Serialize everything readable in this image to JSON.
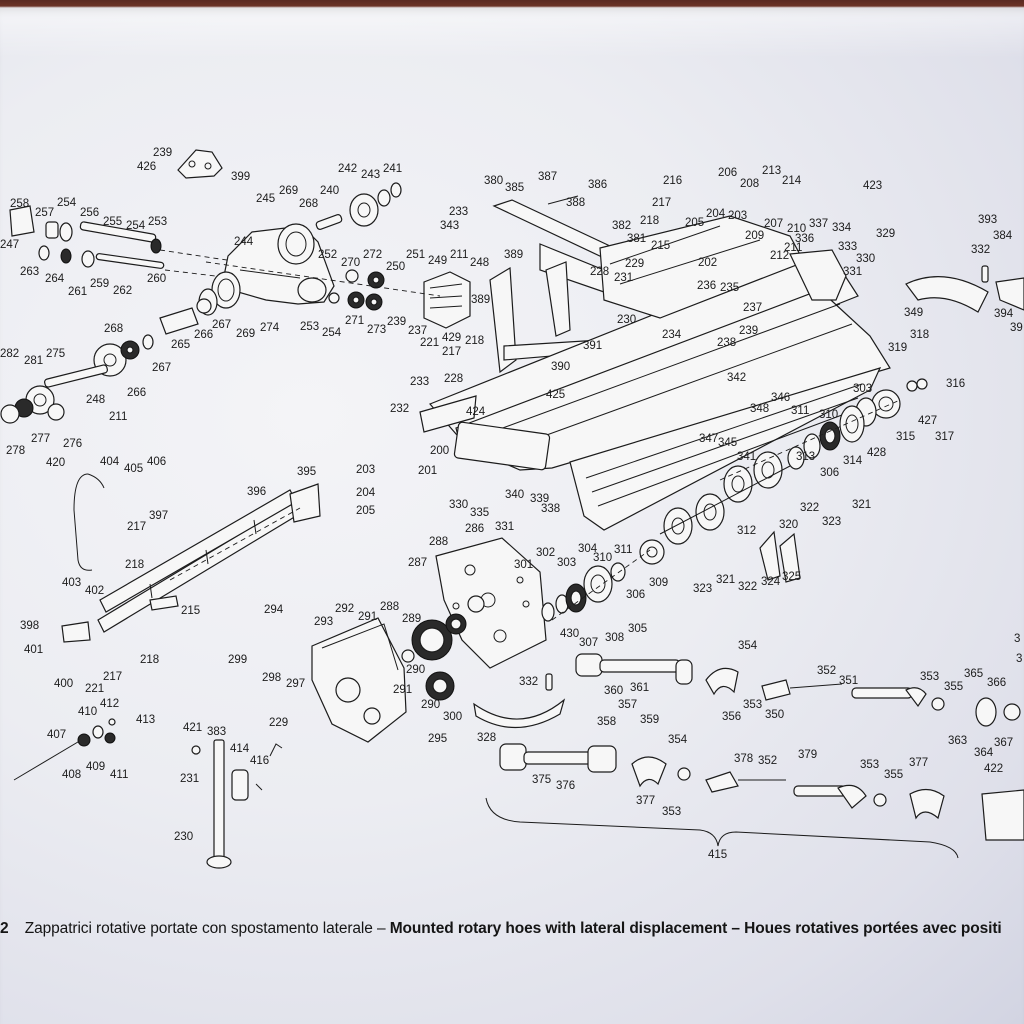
{
  "caption": {
    "page_number": "2",
    "italian": "Zappatrici rotative portate con spostamento laterale –",
    "english": "Mounted rotary hoes with lateral displacement",
    "french": "– Houes rotatives portées avec positi"
  },
  "labels": {
    "l239": "239",
    "l426": "426",
    "l399": "399",
    "l258": "258",
    "l257": "257",
    "l254a": "254",
    "l256": "256",
    "l255": "255",
    "l254b": "254",
    "l253": "253",
    "l247": "247",
    "l263": "263",
    "l264": "264",
    "l261": "261",
    "l259": "259",
    "l262": "262",
    "l260": "260",
    "l245": "245",
    "l269a": "269",
    "l268a": "268",
    "l240": "240",
    "l242": "242",
    "l243": "243",
    "l241": "241",
    "l244": "244",
    "l252": "252",
    "l270": "270",
    "l272": "272",
    "l250": "250",
    "l251": "251",
    "l249": "249",
    "l211a": "211",
    "l248a": "248",
    "l253b": "253",
    "l254c": "254",
    "l271": "271",
    "l273": "273",
    "l239b": "239",
    "l237": "237",
    "l429": "429",
    "l218a": "218",
    "l221a": "221",
    "l217a": "217",
    "l274": "274",
    "l269b": "269",
    "l267a": "267",
    "l266a": "266",
    "l265": "265",
    "l268b": "268",
    "l267b": "267",
    "l266b": "266",
    "l282": "282",
    "l281": "281",
    "l275": "275",
    "l248b": "248",
    "l211b": "211",
    "l277": "277",
    "l276": "276",
    "l278": "278",
    "l420": "420",
    "l380": "380",
    "l385": "385",
    "l387": "387",
    "l386": "386",
    "l388": "388",
    "l233a": "233",
    "l343": "343",
    "l389a": "389",
    "l389b": "389",
    "l228a": "228",
    "l424": "424",
    "l233b": "233",
    "l232": "232",
    "l201": "201",
    "l200": "200",
    "l425": "425",
    "l390": "390",
    "l391": "391",
    "l216": "216",
    "l217b": "217",
    "l218b": "218",
    "l382": "382",
    "l381": "381",
    "l215a": "215",
    "l205a": "205",
    "l204a": "204",
    "l203a": "203",
    "l206": "206",
    "l208": "208",
    "l213": "213",
    "l214": "214",
    "l207": "207",
    "l210": "210",
    "l337": "337",
    "l334": "334",
    "l209": "209",
    "l336": "336",
    "l211c": "211",
    "l212": "212",
    "l333": "333",
    "l329": "329",
    "l330a": "330",
    "l331": "331",
    "l423": "423",
    "l202": "202",
    "l229": "229",
    "l228b": "228",
    "l231": "231",
    "l236": "236",
    "l235": "235",
    "l230": "230",
    "l234": "234",
    "l237b": "237",
    "l239c": "239",
    "l238": "238",
    "l393": "393",
    "l384": "384",
    "l332a": "332",
    "l349": "349",
    "l394": "394",
    "l39x": "39",
    "l318": "318",
    "l319": "319",
    "l316": "316",
    "l303a": "303",
    "l427": "427",
    "l317": "317",
    "l315": "315",
    "l428": "428",
    "l314": "314",
    "l310a": "310",
    "l311": "311",
    "l346": "346",
    "l348": "348",
    "l342": "342",
    "l347": "347",
    "l345": "345",
    "l341": "341",
    "l313": "313",
    "l306a": "306",
    "l321a": "321",
    "l322a": "322",
    "l323a": "323",
    "l320": "320",
    "l312": "312",
    "l330b": "330",
    "l335": "335",
    "l340": "340",
    "l339": "339",
    "l338": "338",
    "l331b": "331",
    "l404": "404",
    "l405": "405",
    "l406": "406",
    "l396": "396",
    "l395": "395",
    "l203b": "203",
    "l204b": "204",
    "l205b": "205",
    "l397": "397",
    "l217c": "217",
    "l218c": "218",
    "l403": "403",
    "l402": "402",
    "l215b": "215",
    "l398": "398",
    "l401": "401",
    "l400": "400",
    "l221b": "221",
    "l217d": "217",
    "l218d": "218",
    "l286": "286",
    "l288a": "288",
    "l287": "287",
    "l301": "301",
    "l302": "302",
    "l303b": "303",
    "l304": "304",
    "l310b": "310",
    "l311b": "311",
    "l309": "309",
    "l306b": "306",
    "l305": "305",
    "l308": "308",
    "l307": "307",
    "l430": "430",
    "l323b": "323",
    "l321b": "321",
    "l322b": "322",
    "l324": "324",
    "l325": "325",
    "l294": "294",
    "l293": "293",
    "l292": "292",
    "l291a": "291",
    "l288b": "288",
    "l289": "289",
    "l290a": "290",
    "l291b": "291",
    "l290b": "290",
    "l300": "300",
    "l299": "299",
    "l298": "298",
    "l297": "297",
    "l295": "295",
    "l410": "410",
    "l412": "412",
    "l413": "413",
    "l407": "407",
    "l408": "408",
    "l409": "409",
    "l411": "411",
    "l421": "421",
    "l383": "383",
    "l414": "414",
    "l416": "416",
    "l229b": "229",
    "l231b": "231",
    "l230b": "230",
    "l332b": "332",
    "l328": "328",
    "l354a": "354",
    "l360": "360",
    "l361": "361",
    "l356": "356",
    "l353a": "353",
    "l350": "350",
    "l352a": "352",
    "l351": "351",
    "l353b": "353",
    "l355a": "355",
    "l365": "365",
    "l366": "366",
    "l363": "363",
    "l364": "364",
    "l367": "367",
    "l3xa": "3",
    "l3xb": "3",
    "l357": "357",
    "l358": "358",
    "l359": "359",
    "l354b": "354",
    "l375": "375",
    "l376": "376",
    "l377a": "377",
    "l353c": "353",
    "l378": "378",
    "l352b": "352",
    "l379": "379",
    "l353d": "353",
    "l355b": "355",
    "l377b": "377",
    "l422": "422",
    "l415": "415"
  }
}
